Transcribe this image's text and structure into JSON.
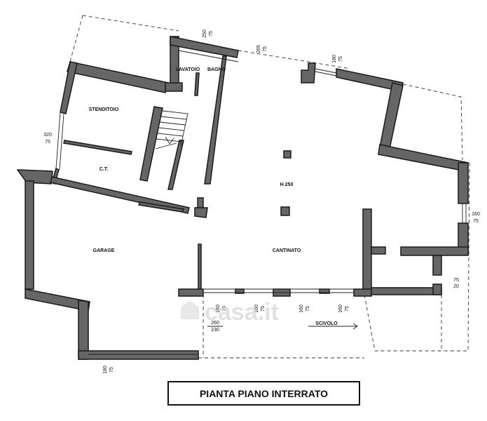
{
  "title": "PIANTA PIANO INTERRATO",
  "rooms": {
    "lavatoio": "LAVATOIO",
    "bagno": "BAGNO",
    "stenditoio": "STENDITOIO",
    "ct": "C.T.",
    "h250": "H 250",
    "garage": "GARAGE",
    "cantinato": "CANTINATO",
    "scivolo": "SCIVOLO"
  },
  "dimensions": {
    "d250_75": [
      "250",
      "75"
    ],
    "d265_75": [
      "265",
      "75"
    ],
    "d180_75_top": [
      "180",
      "75"
    ],
    "d320_75": [
      "320",
      "75"
    ],
    "d160_75_right": [
      "160",
      "75"
    ],
    "d75_20": [
      "75",
      "20"
    ],
    "d160_75_a": [
      "160",
      "75"
    ],
    "d160_75_b": [
      "160",
      "75"
    ],
    "d160_75_c": [
      "160",
      "75"
    ],
    "d160_75_d": [
      "160",
      "75"
    ],
    "d260_230": [
      "260",
      "230"
    ],
    "d180_75_bottom": [
      "180",
      "75"
    ]
  },
  "watermark": "casa.it"
}
